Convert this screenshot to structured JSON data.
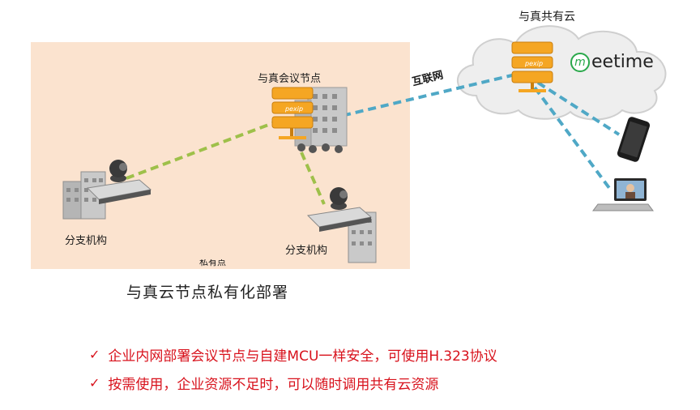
{
  "labels": {
    "public_cloud": "与真共有云",
    "meeting_node": "与真会议节点",
    "internet": "互联网",
    "branch_left": "分支机构",
    "branch_right": "分支机构",
    "partial_text": "私有点"
  },
  "server_brand": "pexip",
  "meetime_brand": "eetime",
  "meetime_icon_letter": "m",
  "caption": "与真云节点私有化部署",
  "points": [
    "企业内网部署会议节点与自建MCU一样安全，可使用H.323协议",
    "按需使用，企业资源不足时，可以随时调用共有云资源"
  ],
  "check_mark": "✓",
  "colors": {
    "private_zone": "#fbe3cf",
    "server_orange": "#f5a623",
    "green_link": "#9ec04a",
    "blue_link": "#4fa8c6",
    "accent_red": "#d8121c",
    "meetime_green": "#29a84a"
  },
  "icons": [
    "server-stack-icon",
    "building-icon",
    "camera-codec-icon",
    "cloud-icon",
    "smartphone-icon",
    "laptop-icon"
  ]
}
